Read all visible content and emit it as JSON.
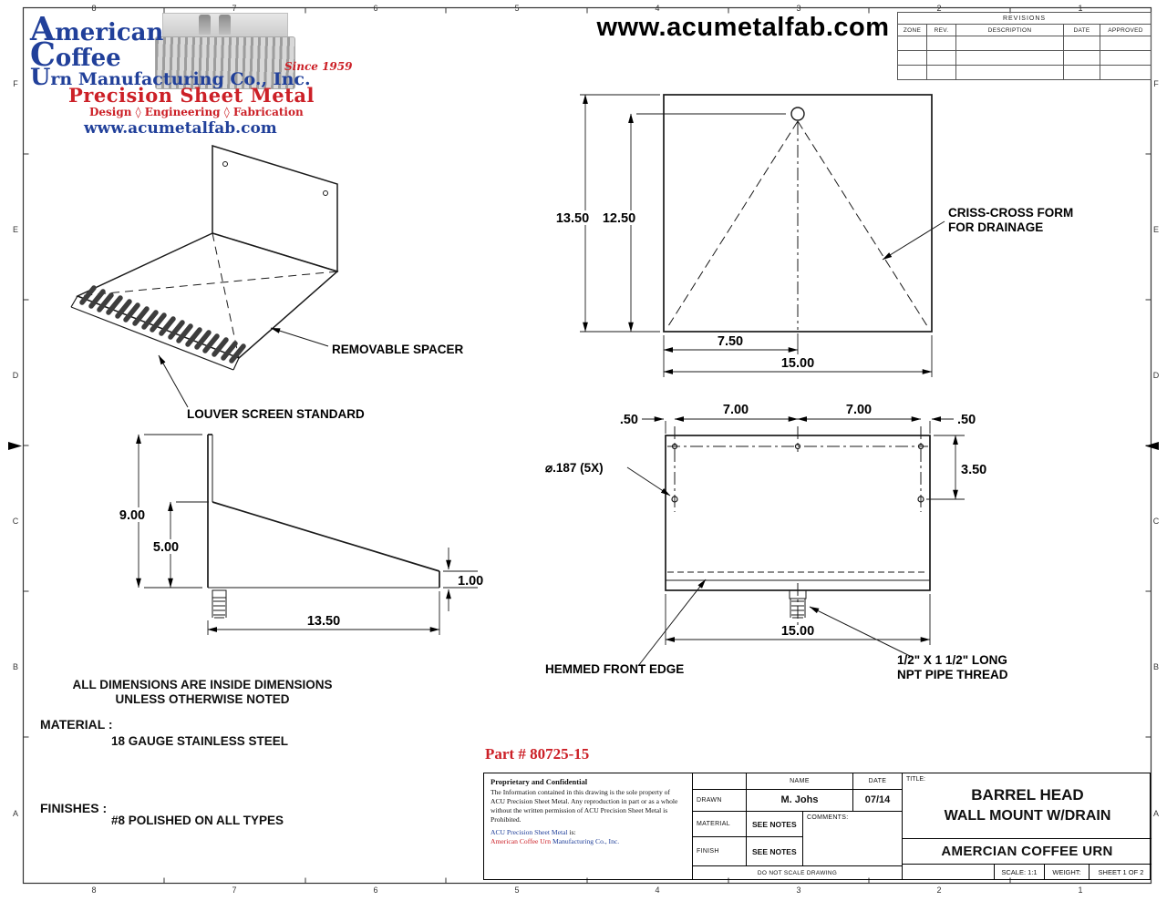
{
  "header": {
    "website": "www.acumetalfab.com"
  },
  "logo": {
    "line1": "American",
    "line2": "Coffee",
    "line3": "Urn Manufacturing Co., Inc.",
    "since": "Since 1959",
    "tagline": "Precision Sheet Metal",
    "subtag": "Design  ◊  Engineering  ◊  Fabrication",
    "site": "www.acumetalfab.com"
  },
  "frame": {
    "top": [
      "8",
      "7",
      "6",
      "5",
      "4",
      "3",
      "2",
      "1"
    ],
    "bottom": [
      "8",
      "7",
      "6",
      "5",
      "4",
      "3",
      "2",
      "1"
    ],
    "left": [
      "F",
      "E",
      "D",
      "C",
      "B",
      "A"
    ],
    "right": [
      "F",
      "E",
      "D",
      "C",
      "B",
      "A"
    ]
  },
  "revisions": {
    "title": "REVISIONS",
    "columns": [
      "ZONE",
      "REV.",
      "DESCRIPTION",
      "DATE",
      "APPROVED"
    ]
  },
  "labels": {
    "removable_spacer": "REMOVABLE SPACER",
    "louver_screen": "LOUVER SCREEN STANDARD",
    "criss_cross_1": "CRISS-CROSS FORM",
    "criss_cross_2": "FOR DRAINAGE",
    "hole_callout": "⌀.187 (5X)",
    "hemmed_edge": "HEMMED FRONT EDGE",
    "npt_1": "1/2\" X 1 1/2\" LONG",
    "npt_2": "NPT PIPE THREAD"
  },
  "dims": {
    "front_height": "13.50",
    "front_inner": "12.50",
    "front_half": "7.50",
    "front_width": "15.00",
    "side_back": "9.00",
    "side_mid": "5.00",
    "side_front": "1.00",
    "side_depth": "13.50",
    "top_off_l": ".50",
    "top_span_l": "7.00",
    "top_span_r": "7.00",
    "top_off_r": ".50",
    "top_flange": "3.50",
    "top_width": "15.00"
  },
  "notes": {
    "line1": "ALL DIMENSIONS ARE INSIDE DIMENSIONS",
    "line2": "UNLESS OTHERWISE NOTED",
    "material_label": "MATERIAL :",
    "material_value": "18 GAUGE STAINLESS STEEL",
    "finishes_label": "FINISHES :",
    "finishes_value": "#8 POLISHED ON ALL TYPES"
  },
  "part_number": "Part # 80725-15",
  "titleblock": {
    "proprietary_heading": "Proprietary and Confidential",
    "proprietary_body": "The Information contained in this drawing is the sole property of ACU Precision Sheet Metal. Any reproduction in part or as a whole without the written permission of ACU Precision Sheet Metal is Prohibited.",
    "acu_line_blue": "ACU Precision Sheet Metal",
    "acu_line_rest": " is:",
    "acu_co_red": "American Coffee Urn",
    "acu_co_rest": " Manufacturing Co., Inc.",
    "name_col": "NAME",
    "date_col": "DATE",
    "drawn_label": "DRAWN",
    "drawn_name": "M. Johs",
    "drawn_date": "07/14",
    "material_label": "MATERIAL",
    "material_value": "SEE NOTES",
    "finish_label": "FINISH",
    "finish_value": "SEE NOTES",
    "comments_label": "COMMENTS:",
    "do_not_scale": "DO NOT SCALE DRAWING",
    "title_label": "TITLE:",
    "title1": "BARREL HEAD",
    "title2": "WALL MOUNT W/DRAIN",
    "company": "AMERCIAN COFFEE URN",
    "scale": "SCALE: 1:1",
    "weight": "WEIGHT:",
    "sheet": "SHEET 1 OF 2"
  },
  "colors": {
    "blue": "#21409a",
    "red": "#cc2027"
  }
}
